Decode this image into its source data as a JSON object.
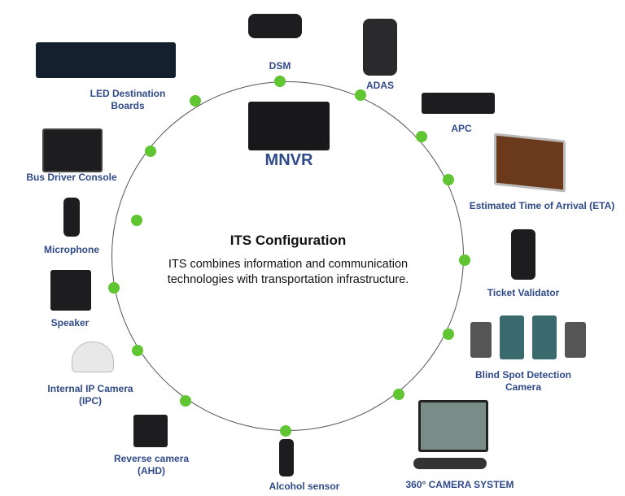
{
  "center": {
    "title": "ITS Configuration",
    "description_line1": "ITS combines information and communication",
    "description_line2": "technologies with transportation infrastructure."
  },
  "hub_label": "MNVR",
  "colors": {
    "label": "#2f4a8a",
    "node": "#5fc631",
    "ring": "#555555"
  },
  "components": {
    "dsm": "DSM",
    "adas": "ADAS",
    "apc": "APC",
    "eta": "Estimated Time of Arrival (ETA)",
    "ticket": "Ticket Validator",
    "blind_line1": "Blind Spot Detection",
    "blind_line2": "Camera",
    "cam360": "360° CAMERA SYSTEM",
    "alcohol": "Alcohol sensor",
    "reverse_line1": "Reverse camera",
    "reverse_line2": "(AHD)",
    "ipc_line1": "Internal IP Camera",
    "ipc_line2": "(IPC)",
    "speaker": "Speaker",
    "microphone": "Microphone",
    "console": "Bus Driver Console",
    "led_line1": "LED Destination",
    "led_line2": "Boards"
  }
}
